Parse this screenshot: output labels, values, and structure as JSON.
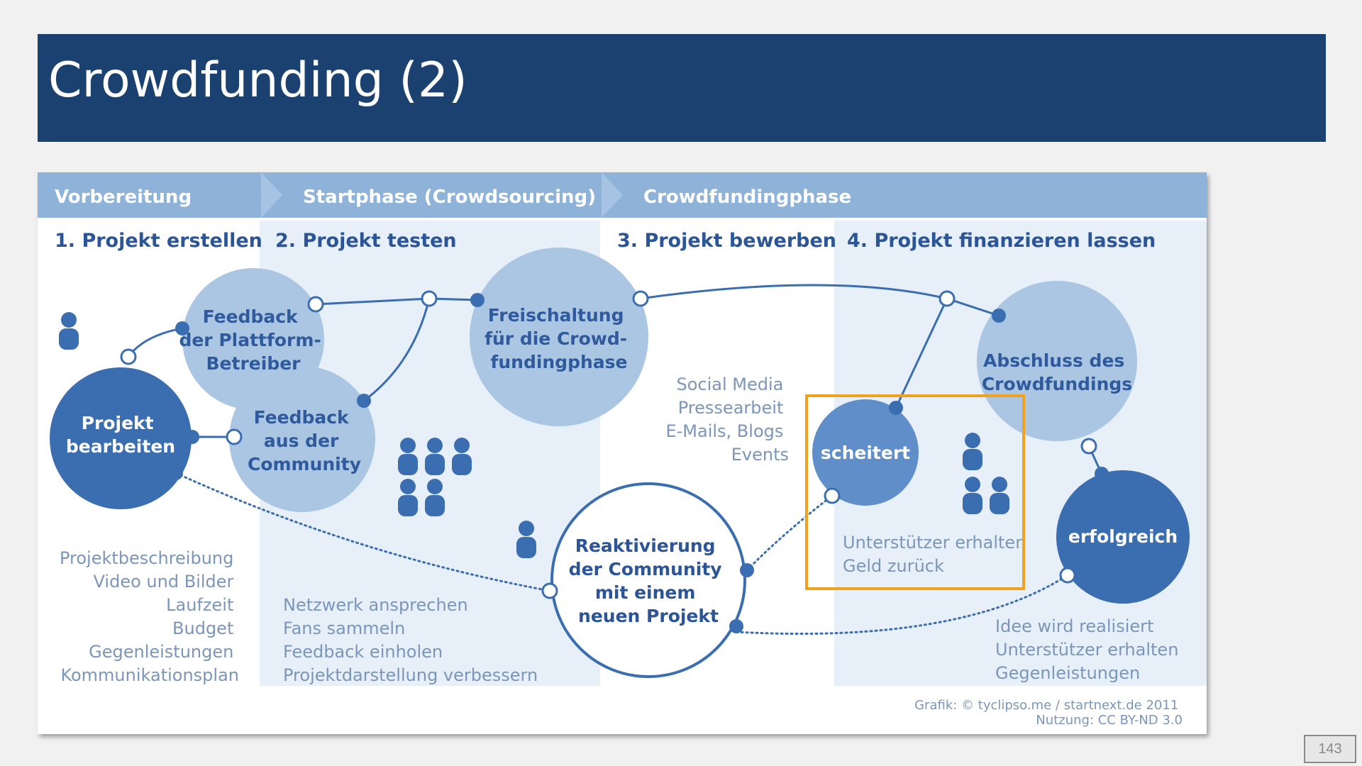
{
  "slide": {
    "title": "Crowdfunding (2)",
    "page_number": "143"
  },
  "colors": {
    "title_bar": "#1a416f",
    "phase_bar": "#8fb2d9",
    "dark_blue": "#3a6eb1",
    "mid_blue": "#5f8ec8",
    "light_blue": "#aac6e3",
    "panel_bg": "#e7eff8",
    "text_blue": "#2c5597",
    "muted_text": "#7b96ba",
    "highlight": "#f0a21c"
  },
  "diagram": {
    "phases": {
      "preparation": "Vorbereitung",
      "start": "Startphase (Crowdsourcing)",
      "crowdfunding": "Crowdfundingphase"
    },
    "steps": {
      "s1": "1. Projekt erstellen",
      "s2": "2. Projekt testen",
      "s3": "3. Projekt bewerben",
      "s4": "4. Projekt finanzieren lassen"
    },
    "nodes": {
      "projekt_bearbeiten": [
        "Projekt",
        "bearbeiten"
      ],
      "feedback_plattform": [
        "Feedback",
        "der Plattform-",
        "Betreiber"
      ],
      "feedback_community": [
        "Feedback",
        "aus der",
        "Community"
      ],
      "freischaltung": [
        "Freischaltung",
        "für die Crowd-",
        "fundingphase"
      ],
      "reaktivierung": [
        "Reaktivierung",
        "der Community",
        "mit einem",
        "neuen Projekt"
      ],
      "scheitert": "scheitert",
      "abschluss": [
        "Abschluss des",
        "Crowdfundings"
      ],
      "erfolgreich": "erfolgreich"
    },
    "lists": {
      "create": [
        "Projektbeschreibung",
        "Video und Bilder",
        "Laufzeit",
        "Budget",
        "Gegenleistungen",
        "Kommunikationsplan"
      ],
      "test": [
        "Netzwerk ansprechen",
        "Fans sammeln",
        "Feedback einholen",
        "Projektdarstellung verbessern"
      ],
      "promote": [
        "Social Media",
        "Pressearbeit",
        "E-Mails, Blogs",
        "Events"
      ],
      "fail": [
        "Unterstützer erhalten",
        "Geld zurück"
      ],
      "success": [
        "Idee wird realisiert",
        "Unterstützer erhalten",
        "Gegenleistungen"
      ]
    },
    "credit": [
      "Grafik: © tyclipso.me / startnext.de 2011",
      "Nutzung: CC BY-ND 3.0"
    ]
  }
}
